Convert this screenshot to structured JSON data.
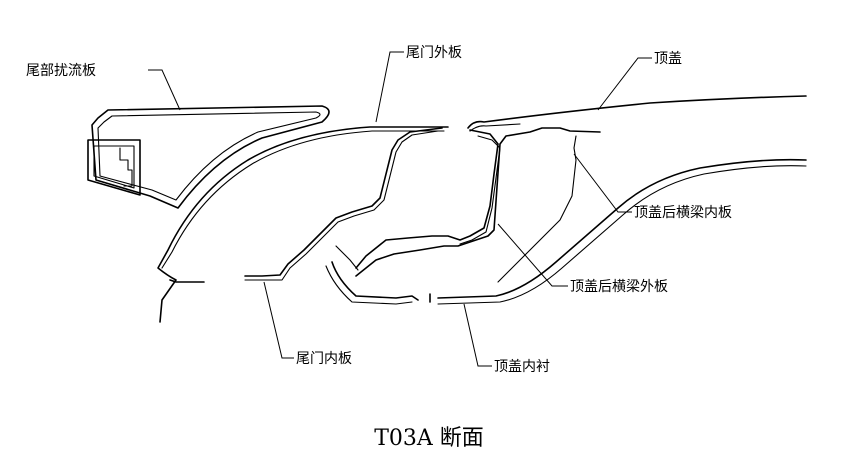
{
  "diagram": {
    "caption": "T03A 断面",
    "labels": {
      "spoiler": "尾部扰流板",
      "tailgate_outer": "尾门外板",
      "roof": "顶盖",
      "roof_rear_beam_inner": "顶盖后横梁内板",
      "roof_rear_beam_outer": "顶盖后横梁外板",
      "tailgate_inner": "尾门内板",
      "headliner": "顶盖内衬"
    }
  }
}
